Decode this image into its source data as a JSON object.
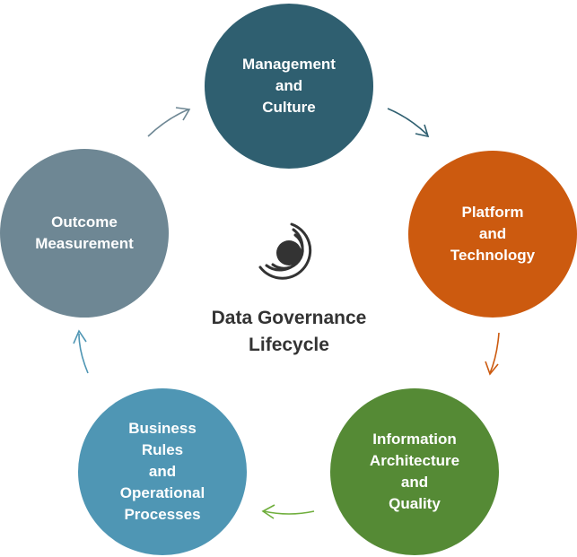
{
  "center": {
    "title": "Data Governance\nLifecycle"
  },
  "stages": [
    {
      "id": "management",
      "label": "Management\nand\nCulture",
      "color": "#2f5f70"
    },
    {
      "id": "platform",
      "label": "Platform\nand\nTechnology",
      "color": "#cc5a0f"
    },
    {
      "id": "information",
      "label": "Information\nArchitecture\nand\nQuality",
      "color": "#558a35"
    },
    {
      "id": "business",
      "label": "Business\nRules\nand\nOperational\nProcesses",
      "color": "#4f96b4"
    },
    {
      "id": "outcome",
      "label": "Outcome\nMeasurement",
      "color": "#6e8794"
    }
  ],
  "logo": {
    "icon": "concentric-arcs-logo",
    "color": "#333333"
  }
}
